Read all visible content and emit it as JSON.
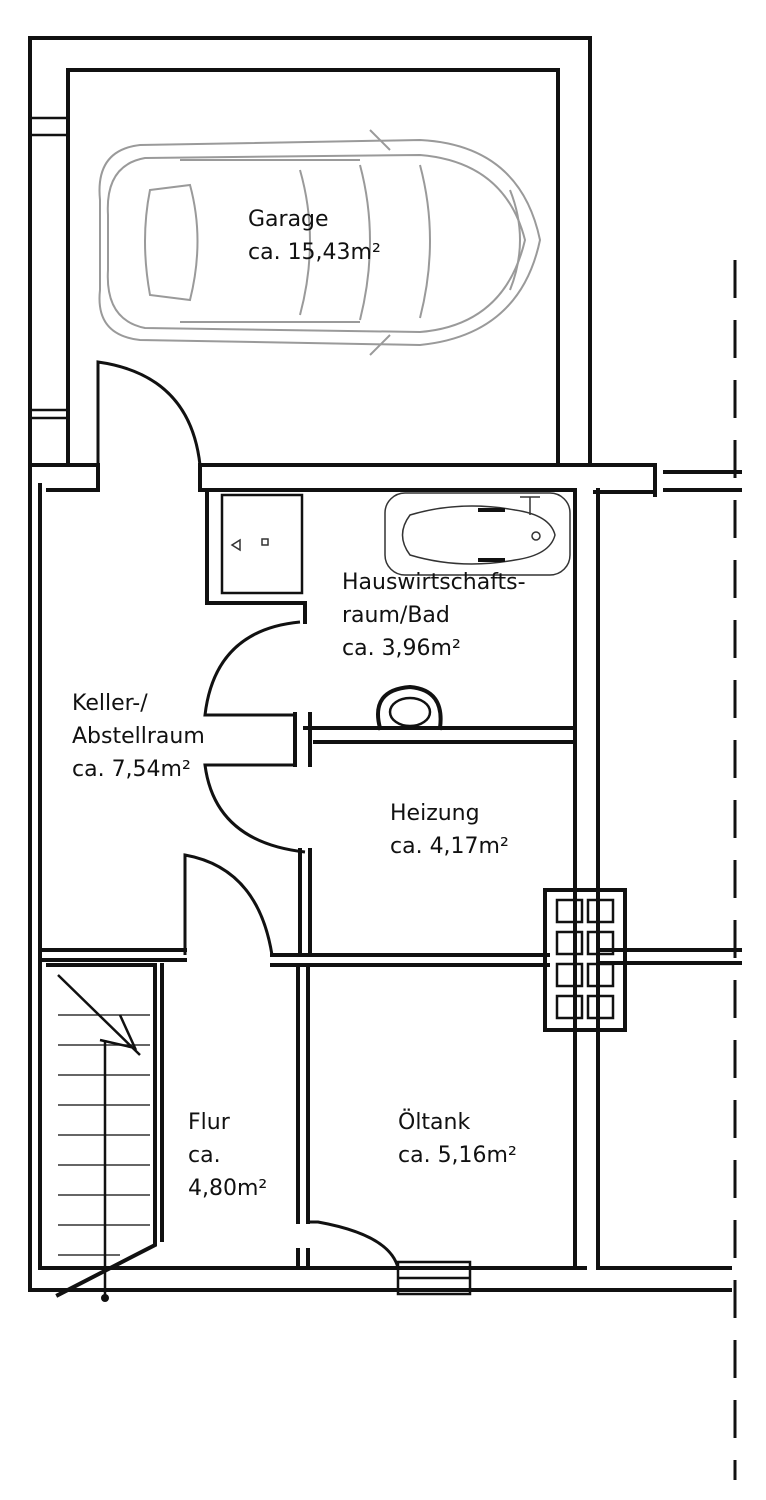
{
  "rooms": {
    "garage": {
      "name": "Garage",
      "area": "ca. 15,43m²"
    },
    "hwr": {
      "name_line1": "Hauswirtschafts-",
      "name_line2": "raum/Bad",
      "area": "ca. 3,96m²"
    },
    "keller": {
      "name_line1": "Keller-/",
      "name_line2": "Abstellraum",
      "area": "ca. 7,54m²"
    },
    "heizung": {
      "name": "Heizung",
      "area": "ca. 4,17m²"
    },
    "flur": {
      "name": "Flur",
      "area_line1": "ca.",
      "area_line2": "4,80m²"
    },
    "oeltank": {
      "name": "Öltank",
      "area": "ca. 5,16m²"
    }
  },
  "icons": {
    "car": "car-icon",
    "bathtub": "bathtub-icon",
    "shower": "shower-icon",
    "toilet": "toilet-icon",
    "stairs": "stairs-icon",
    "chimney": "chimney-icon"
  }
}
